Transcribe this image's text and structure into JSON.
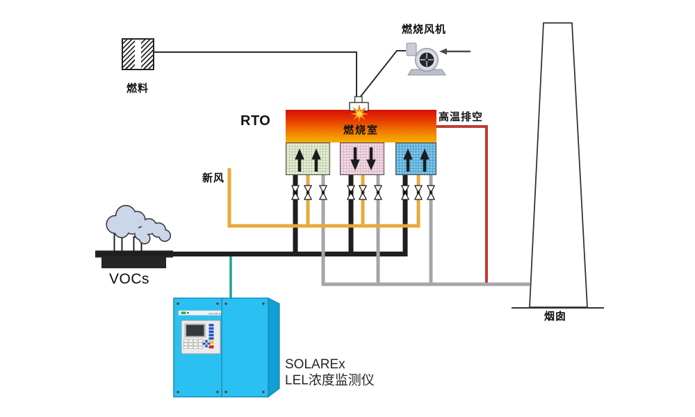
{
  "labels": {
    "rto": "RTO",
    "fuel": "燃料",
    "combustion_fan": "燃烧风机",
    "combustion_chamber": "燃烧室",
    "high_temp_exhaust": "高温排空",
    "fresh_air": "新风",
    "vocs": "VOCs",
    "chimney": "烟囱",
    "monitor_name": "SOLAREx",
    "monitor_desc": "LEL浓度监测仪",
    "cabinet_brand": "SOLAR Ex"
  },
  "flow": {
    "left_chamber": "up",
    "middle_chamber": "down",
    "right_chamber": "up"
  },
  "colors": {
    "pipe_vocs_black": "#1f1f1f",
    "pipe_fresh_air_yellow": "#e8a93c",
    "pipe_exhaust_gray": "#a6a6a6",
    "pipe_high_temp_red": "#c13a32",
    "pipe_sample_teal": "#27a18b",
    "chamber_left_green": "#e6eed9",
    "chamber_middle_pink": "#f0dae4",
    "chamber_right_blue": "#7dc6e9",
    "rto_gradient_top": "#d80f06",
    "rto_gradient_bottom": "#f9ab01",
    "cabinet_blue": "#2ac0f1"
  }
}
